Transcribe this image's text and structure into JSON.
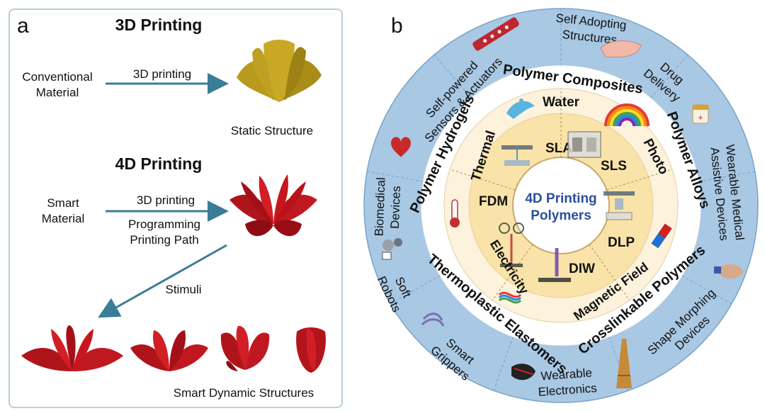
{
  "panel_a": {
    "letter": "a",
    "section_3d": {
      "title": "3D Printing",
      "input_line1": "Conventional",
      "input_line2": "Material",
      "arrow_label": "3D printing",
      "output_label": "Static Structure"
    },
    "section_4d": {
      "title": "4D Printing",
      "input_line1": "Smart",
      "input_line2": "Material",
      "arrow_label": "3D printing",
      "arrow_sub_line1": "Programming",
      "arrow_sub_line2": "Printing Path",
      "stimuli_label": "Stimuli",
      "output_label": "Smart Dynamic Structures"
    }
  },
  "panel_b": {
    "letter": "b",
    "center_line1": "4D Printing",
    "center_line2": "Polymers",
    "technologies": [
      "SLA",
      "SLS",
      "DLP",
      "DIW",
      "FDM"
    ],
    "stimuli": [
      "Water",
      "Photo",
      "Magnetic Field",
      "Electricity",
      "Thermal"
    ],
    "materials": [
      "Polymer Composites",
      "Polymer Alloys",
      "Crosslinkable Polymers",
      "Thermoplastic Elastomers",
      "Polymer Hydrogels"
    ],
    "applications": [
      [
        "Self Adopting",
        "Structures"
      ],
      [
        "Drug",
        "Delivery"
      ],
      [
        "Wearable Medical",
        "Assistive Devices"
      ],
      [
        "Shape Morphing",
        "Devices"
      ],
      [
        "Wearable",
        "Electronics"
      ],
      [
        "Smart",
        "Grippers"
      ],
      [
        "Soft",
        "Robots"
      ],
      [
        "Biomedical",
        "Devices"
      ],
      [
        "Self-powered",
        "Sensors & Actuators"
      ]
    ],
    "colors": {
      "outer_ring": "#a8c8e4",
      "material_ring": "#ffffff",
      "stimuli_ring": "#fdf2dc",
      "tech_ring": "#f9e3a8",
      "center": "#ffffff",
      "center_text": "#2a4f9c",
      "arrow": "#3a7d96"
    }
  }
}
